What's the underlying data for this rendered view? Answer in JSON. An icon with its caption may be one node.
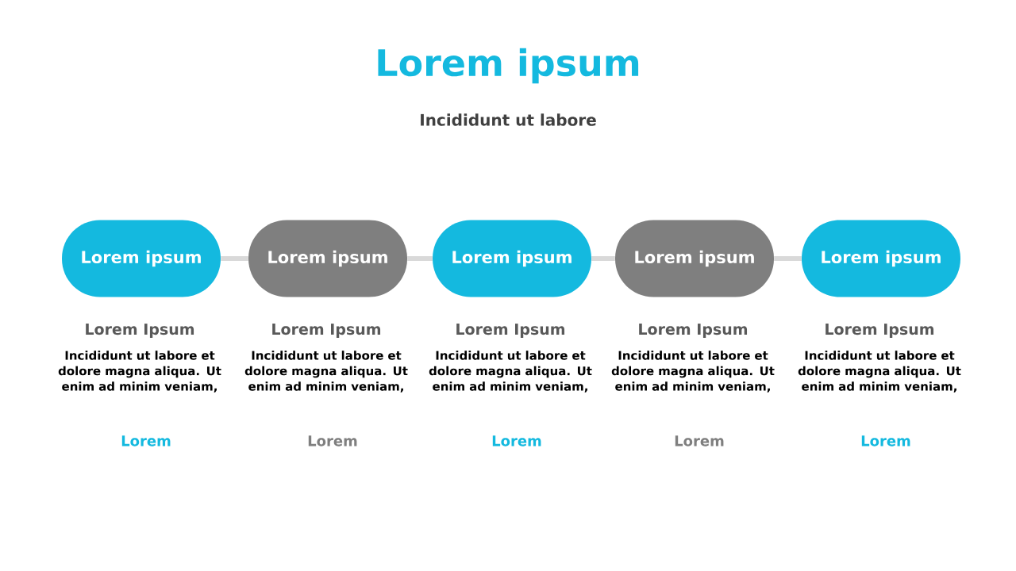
{
  "diagram": {
    "title": "Lorem ipsum",
    "nodes": [
      {
        "text": [
          "Lorem ipsum"
        ],
        "beside": [
          "Lorem Ipsum",
          "Incididunt ut labore et dolore magna aliqua. Ut enim ad minim veniam,",
          "Lorem"
        ]
      },
      {
        "text": [
          "Lorem ipsum"
        ],
        "beside": [
          "Lorem Ipsum",
          "Incididunt ut labore et dolore magna aliqua. Ut enim ad minim veniam,",
          "Lorem"
        ]
      },
      {
        "text": [
          "Lorem ipsum"
        ],
        "beside": [
          "Lorem Ipsum",
          "Incididunt ut labore et dolore magna aliqua. Ut enim ad minim veniam,",
          "Lorem"
        ]
      },
      {
        "text": [
          "Lorem ipsum"
        ],
        "beside": [
          "Lorem Ipsum",
          "Incididunt ut labore et dolore magna aliqua. Ut enim ad minim veniam,",
          "Lorem"
        ]
      },
      {
        "text": [
          "Lorem ipsum"
        ],
        "beside": [
          "Lorem Ipsum",
          "Incididunt ut labore et dolore magna aliqua. Ut enim ad minim veniam,",
          "Lorem"
        ]
      }
    ],
    "edges": [
      {
        "from": 0,
        "to": 1,
        "arrow": "none"
      },
      {
        "from": 1,
        "to": 2,
        "arrow": "none"
      },
      {
        "from": 2,
        "to": 3,
        "arrow": "none"
      },
      {
        "from": 3,
        "to": 4,
        "arrow": "none"
      }
    ],
    "labels": [
      "Incididunt ut labore"
    ]
  }
}
